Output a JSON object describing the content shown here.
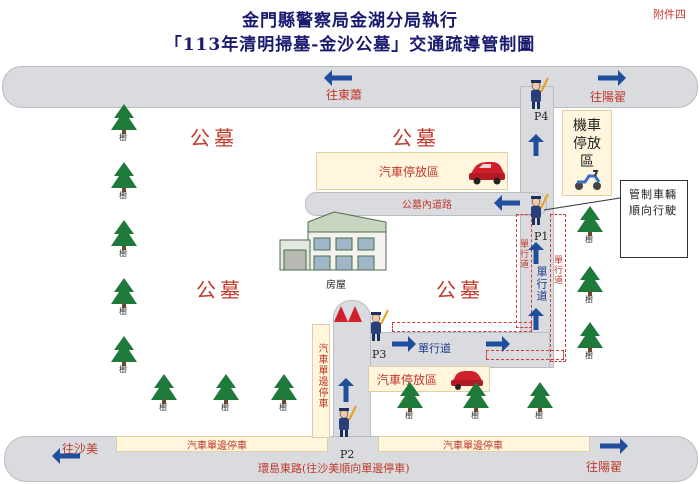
{
  "header": {
    "title_line1": "金門縣警察局金湖分局執行",
    "title_line2": "「113年清明掃墓-金沙公墓」交通疏導管制圖",
    "attachment": "附件四"
  },
  "directions": {
    "to_dongxiao": "往東蕭",
    "to_yangzhai_top": "往陽翟",
    "to_shamei": "往沙美",
    "to_yangzhai_bottom": "往陽翟"
  },
  "areas": {
    "cemetery": "公墓",
    "car_parking": "汽車停放區",
    "moto_parking": "機車停放區",
    "inner_road": "公墓內道路",
    "house": "房屋",
    "tree": "樹",
    "one_way": "單行道",
    "one_way_vertical": "單行道",
    "car_one_side_parking": "汽車單邊停車",
    "ring_road": "環島東路(往沙美順向單邊停車)"
  },
  "posts": {
    "p1": "P1",
    "p2": "P2",
    "p3": "P3",
    "p4": "P4"
  },
  "notes": {
    "control_callout": "管制車輛順向行駛",
    "red_dashed_label": "單行道"
  },
  "colors": {
    "road": "#d9dbdf",
    "arrow_blue": "#1f4e9c",
    "text_red": "#c0392b",
    "tree_green": "#1e7a3a"
  }
}
